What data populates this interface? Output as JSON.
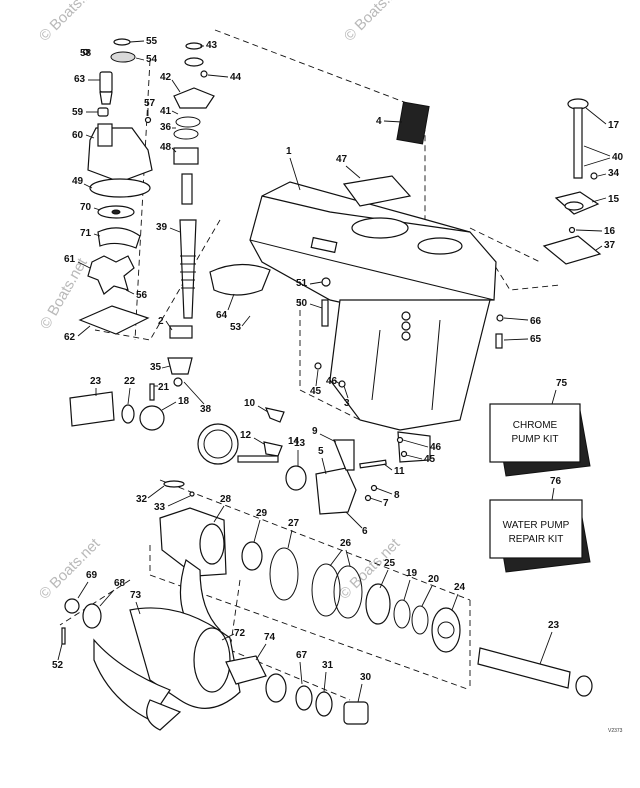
{
  "watermark": "© Boats.net",
  "drawing_code": "V2373",
  "kits": {
    "chrome": {
      "number": "75",
      "line1": "CHROME",
      "line2": "PUMP KIT"
    },
    "water": {
      "number": "76",
      "line1": "WATER PUMP",
      "line2": "REPAIR KIT"
    }
  },
  "callouts": [
    "1",
    "2",
    "3",
    "4",
    "5",
    "6",
    "7",
    "8",
    "9",
    "10",
    "11",
    "12",
    "13",
    "14",
    "15",
    "16",
    "17",
    "18",
    "19",
    "20",
    "21",
    "22",
    "23",
    "24",
    "25",
    "26",
    "27",
    "28",
    "29",
    "30",
    "31",
    "32",
    "33",
    "34",
    "35",
    "36",
    "37",
    "38",
    "39",
    "40",
    "41",
    "42",
    "43",
    "44",
    "45",
    "46",
    "47",
    "48",
    "49",
    "50",
    "51",
    "52",
    "53",
    "54",
    "55",
    "56",
    "57",
    "58",
    "59",
    "60",
    "61",
    "62",
    "63",
    "64",
    "65",
    "66",
    "67",
    "68",
    "69",
    "70",
    "71",
    "72",
    "73",
    "74"
  ],
  "colors": {
    "ink": "#111111",
    "paper": "#ffffff",
    "watermark": "#b9b9b9"
  }
}
